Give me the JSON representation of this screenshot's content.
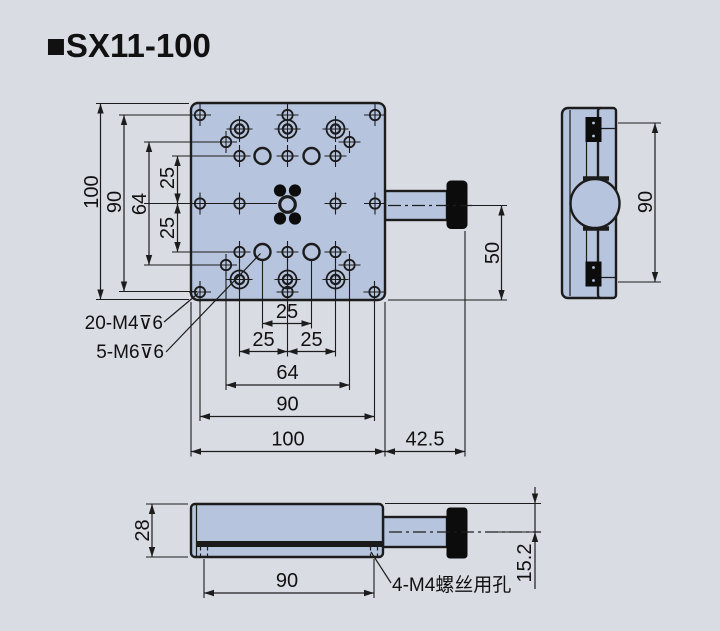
{
  "title": "■SX11-100",
  "colors": {
    "background": "#dadce4",
    "plate_fill": "#b6c4dd",
    "line": "#1c1c1c",
    "knob_fill": "#0c0c0c"
  },
  "front_view": {
    "dim_height_100": "100",
    "dim_height_90": "90",
    "dim_height_64": "64",
    "dim_height_25_top": "25",
    "dim_height_25_bottom": "25",
    "dim_width_25_center": "25",
    "dim_width_25_left": "25",
    "dim_width_25_right": "25",
    "dim_width_64": "64",
    "dim_width_90": "90",
    "dim_width_100": "100",
    "dim_knob_extension_42_5": "42.5",
    "dim_knob_height_50": "50",
    "callout_m4": "20-M4⊽6",
    "callout_m6": "5-M6⊽6"
  },
  "side_view": {
    "dim_width_90": "90"
  },
  "bottom_view": {
    "dim_height_28": "28",
    "dim_width_90": "90",
    "dim_center_height_15_2": "15.2",
    "callout_m4_screw_holes": "4-M4螺丝用孔"
  }
}
